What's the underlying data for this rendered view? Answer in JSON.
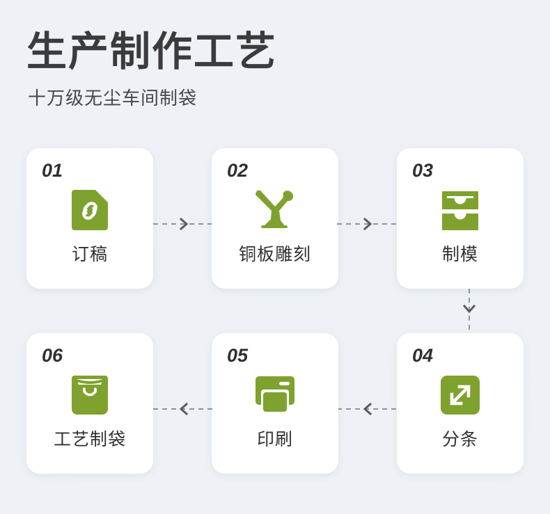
{
  "header": {
    "title": "生产制作工艺",
    "subtitle": "十万级无尘车间制袋"
  },
  "colors": {
    "background": "#eef2f6",
    "card": "#ffffff",
    "accent_green": "#7fa22e",
    "text_dark": "#303032",
    "connector": "#8d949c"
  },
  "flow": {
    "steps": [
      {
        "number": "01",
        "label": "订稿",
        "icon": "document-link-icon"
      },
      {
        "number": "02",
        "label": "铜板雕刻",
        "icon": "engraving-burin-icon"
      },
      {
        "number": "03",
        "label": "制模",
        "icon": "mold-die-icon"
      },
      {
        "number": "04",
        "label": "分条",
        "icon": "slitting-arrows-icon"
      },
      {
        "number": "05",
        "label": "印刷",
        "icon": "printer-icon"
      },
      {
        "number": "06",
        "label": "工艺制袋",
        "icon": "shopping-bag-icon"
      }
    ],
    "connectors": [
      {
        "name": "connector-01-to-02",
        "direction": "right"
      },
      {
        "name": "connector-02-to-03",
        "direction": "right"
      },
      {
        "name": "connector-03-to-04",
        "direction": "down"
      },
      {
        "name": "connector-04-to-05",
        "direction": "left"
      },
      {
        "name": "connector-05-to-06",
        "direction": "left"
      }
    ]
  }
}
